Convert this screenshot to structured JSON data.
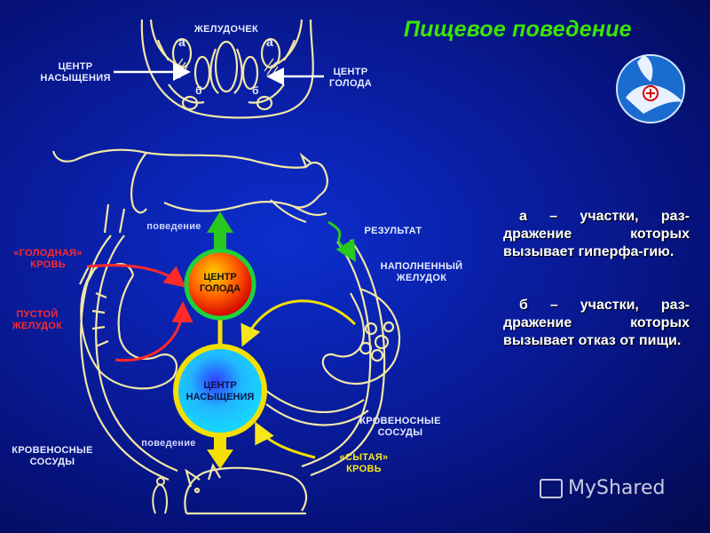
{
  "title": "Пищевое поведение",
  "brain": {
    "ventricle_label": "ЖЕЛУДОЧЕК",
    "zone_a_left": "а",
    "zone_a_right": "а",
    "zone_b_left": "б",
    "zone_b_right": "б",
    "satiety_center_label": "ЦЕНТР НАСЫЩЕНИЯ",
    "hunger_center_label": "ЦЕНТР ГОЛОДА"
  },
  "diagram": {
    "hunger_center": "ЦЕНТР ГОЛОДА",
    "satiety_center": "ЦЕНТР НАСЫЩЕНИЯ",
    "behavior_top": "поведение",
    "behavior_bottom": "поведение",
    "result": "РЕЗУЛЬТАТ",
    "hungry_blood": "«ГОЛОДНАЯ» КРОВЬ",
    "empty_stomach": "ПУСТОЙ ЖЕЛУДОК",
    "full_stomach": "НАПОЛНЕННЫЙ ЖЕЛУДОК",
    "vessels_left": "КРОВЕНОСНЫЕ СОСУДЫ",
    "vessels_right": "КРОВЕНОСНЫЕ СОСУДЫ",
    "fed_blood": "«СЫТАЯ» КРОВЬ"
  },
  "notes": {
    "a": "а – участки, раз-дражение которых вызывает гиперфа-гию.",
    "b": "б – участки, раз-дражение которых вызывает отказ от пищи."
  },
  "watermark": "MyShared",
  "colors": {
    "title": "#39e600",
    "labels_red": "#ff2a2a",
    "labels_yellow": "#f6e71b",
    "outline": "#f3e7a6",
    "arrow_green": "#28c81e",
    "arrow_yellow": "#f3e000"
  }
}
